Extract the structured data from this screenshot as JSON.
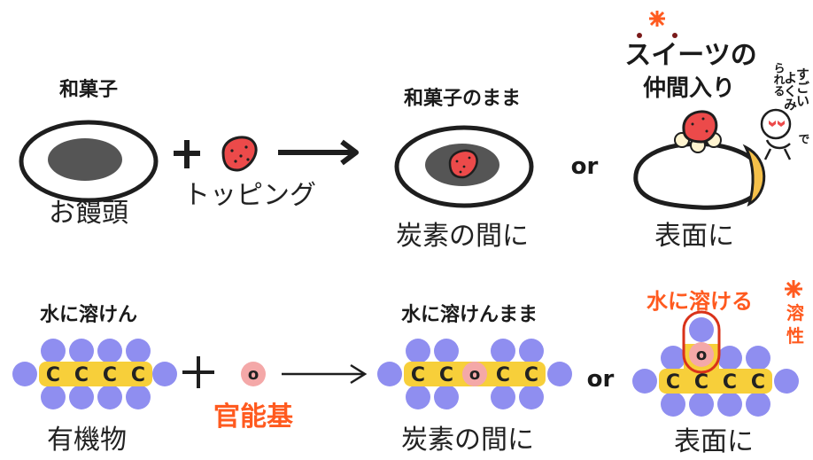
{
  "top_row": {
    "input_label": "和菓子",
    "input_name": "お饅頭",
    "topping_name": "トッピング",
    "result1_label": "和菓子のまま",
    "result1_name": "炭素の間に",
    "or_label": "or",
    "result2_label_line1": "スイーツの",
    "result2_label_line2": "仲間入り",
    "result2_name": "表面に",
    "side_note_line1": "すごい",
    "side_note_line2": "よくみ",
    "side_note_line3": "られる",
    "side_note_line4": "で"
  },
  "bottom_row": {
    "input_label": "水に溶けん",
    "input_name": "有機物",
    "functional_group_name": "官能基",
    "result1_label": "水に溶けんまま",
    "result1_name": "炭素の間に",
    "or_label": "or",
    "result2_label": "水に溶ける",
    "result2_name": "表面に",
    "side_note_line1": "溶",
    "side_note_line2": "性",
    "carbon_letter": "C",
    "group_letter": "o"
  },
  "colors": {
    "ink": "#1e1e1e",
    "hydrogen": "#8f8ef0",
    "carbon": "#f7cf3a",
    "strawberry": "#ec4a4a",
    "functional_group": "#f4a8a8",
    "highlight_text": "#ff5a1f",
    "cream": "#f5c04a"
  }
}
